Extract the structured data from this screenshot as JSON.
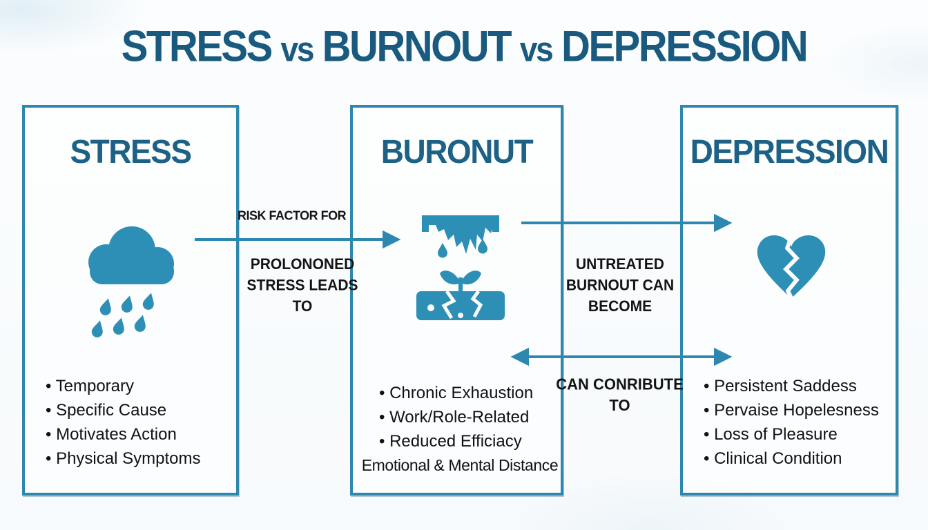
{
  "palette": {
    "accent_icon": "#2d8fb5",
    "border": "#2e87ae",
    "heading": "#1d6286",
    "title": "#1a5a7e",
    "body_text": "#111111"
  },
  "title": {
    "segments": [
      "STRESS",
      "vs",
      "BURNOUT",
      "vs",
      "DEPRESSION"
    ]
  },
  "columns": [
    {
      "title": "STRESS",
      "icon": "rain-cloud",
      "bullets": [
        "Temporary",
        "Specific Cause",
        "Motivates Action",
        "Physical Symptoms"
      ]
    },
    {
      "title": "BURONUT",
      "icon": "burnout-cracked-ground",
      "bullets": [
        "Chronic Exhaustion",
        "Work/Role-Related",
        "Reduced Efficiacy"
      ],
      "footnote": "Emotional & Mental Distance"
    },
    {
      "title": "DEPRESSION",
      "icon": "broken-heart",
      "bullets": [
        "Persistent Saddess",
        "Pervaise Hopelesness",
        "Loss of Pleasure",
        "Clinical Condition"
      ]
    }
  ],
  "connections": [
    {
      "from": "STRESS",
      "to": "BURONUT",
      "direction": "right",
      "top_label": "RISK FACTOR FOR",
      "bottom_label": "PROLONONED STRESS LEADS TO"
    },
    {
      "from": "BURONUT",
      "to": "DEPRESSION",
      "direction": "right",
      "bottom_label": "UNTREATED BURNOUT CAN BECOME"
    },
    {
      "from": "BURONUT",
      "to": "DEPRESSION",
      "direction": "both",
      "bottom_label": "CAN CONRIBUTE TO"
    }
  ]
}
